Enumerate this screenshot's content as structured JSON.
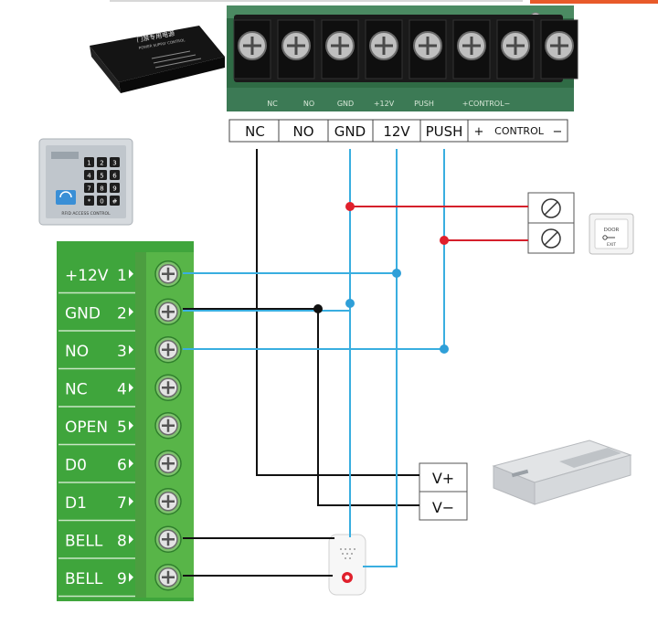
{
  "power_supply": {
    "terminals": [
      "NC",
      "NO",
      "GND",
      "12V",
      "PUSH"
    ],
    "control_plus": "+",
    "control_label": "CONTROL",
    "control_minus": "−",
    "pcb_silk": [
      "NC",
      "NO",
      "GND",
      "+12V",
      "PUSH",
      "+CONTROL−"
    ],
    "box_label": "门禁专用电源",
    "box_sublabel": "POWER SUPPLY CONTROL"
  },
  "keypad": {
    "keys": [
      "1",
      "2",
      "3",
      "4",
      "5",
      "6",
      "7",
      "8",
      "9",
      "*",
      "0",
      "#"
    ],
    "caption": "RFID ACCESS CONTROL"
  },
  "controller_terminals": [
    {
      "label": "+12V",
      "num": "1"
    },
    {
      "label": "GND",
      "num": "2"
    },
    {
      "label": "NO",
      "num": "3"
    },
    {
      "label": "NC",
      "num": "4"
    },
    {
      "label": "OPEN",
      "num": "5"
    },
    {
      "label": "D0",
      "num": "6"
    },
    {
      "label": "D1",
      "num": "7"
    },
    {
      "label": "BELL",
      "num": "8"
    },
    {
      "label": "BELL",
      "num": "9"
    }
  ],
  "lock_terminals": {
    "v_plus": "V+",
    "v_minus": "V−"
  },
  "exit_button": {
    "label": "DOOR",
    "sublabel": "EXIT"
  },
  "colors": {
    "wire_blue": "#39aee0",
    "wire_black": "#111111",
    "wire_red": "#d5202b",
    "dot_blue": "#2f9fd8",
    "dot_red": "#e0202c",
    "pcb_green": "#3fa53c",
    "terminal_green": "#58b548"
  }
}
